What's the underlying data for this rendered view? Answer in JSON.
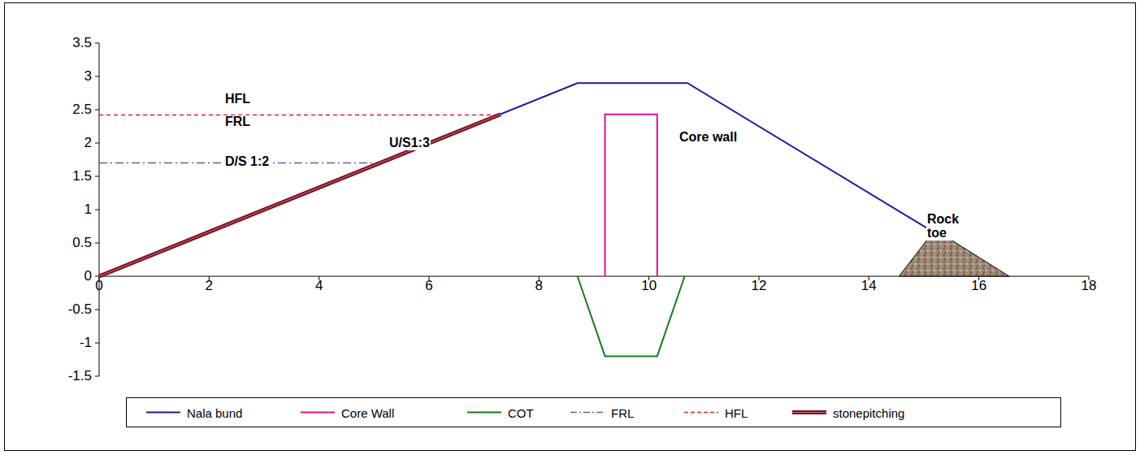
{
  "diagram": {
    "labels": [
      "3.5",
      "3",
      "2.5",
      "2",
      "1.5",
      "1",
      "0.5",
      "0",
      "-0.5",
      "-1",
      "-1.5",
      "0",
      "2",
      "4",
      "6",
      "8",
      "10",
      "12",
      "14",
      "16",
      "18",
      "HFL",
      "FRL",
      "D/S 1:2",
      "U/S1:3",
      "Core wall",
      "Rock toe"
    ],
    "legend": [
      {
        "text": "Nala bund"
      },
      {
        "text": "Core Wall"
      },
      {
        "text": "COT"
      },
      {
        "text": "FRL"
      },
      {
        "text": "HFL"
      },
      {
        "text": "stonepitching"
      }
    ]
  }
}
